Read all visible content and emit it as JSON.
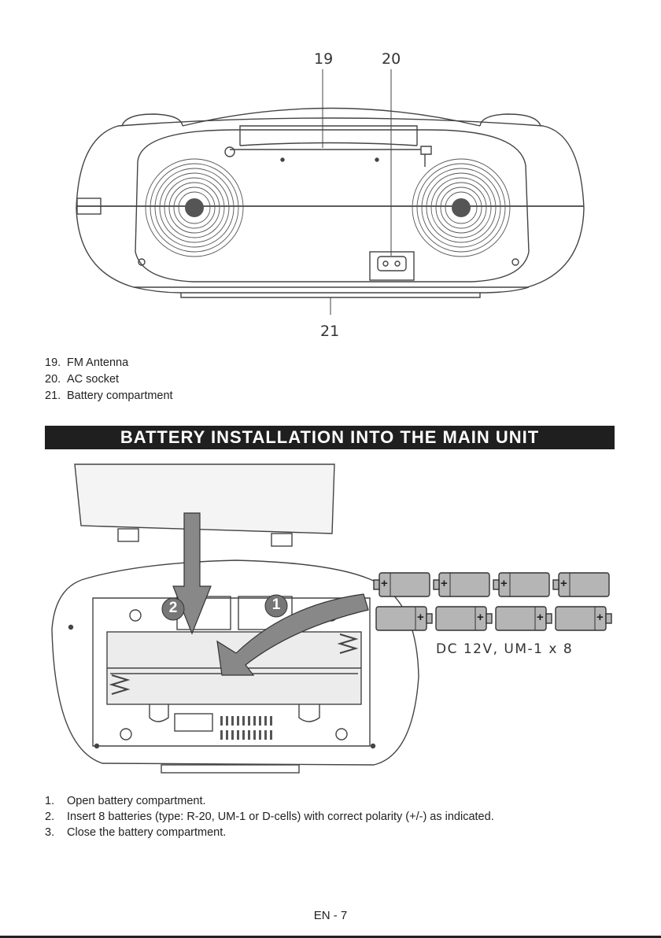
{
  "callouts": {
    "c19": "19",
    "c20": "20",
    "c21": "21"
  },
  "legend": [
    {
      "num": "19.",
      "text": "FM Antenna"
    },
    {
      "num": "20.",
      "text": "AC socket"
    },
    {
      "num": "21.",
      "text": "Battery compartment"
    }
  ],
  "section_title": "BATTERY INSTALLATION INTO THE MAIN UNIT",
  "step_markers": {
    "one": "1",
    "two": "2"
  },
  "battery_spec": "DC 12V, UM-1 x 8",
  "battery_polarity": {
    "plus": "+"
  },
  "steps": [
    {
      "num": "1.",
      "text": "Open battery compartment."
    },
    {
      "num": "2.",
      "text": "Insert 8 batteries (type: R-20, UM-1 or D-cells) with correct polarity (+/-) as indicated."
    },
    {
      "num": "3.",
      "text": "Close the battery compartment."
    }
  ],
  "footer": "EN - 7"
}
